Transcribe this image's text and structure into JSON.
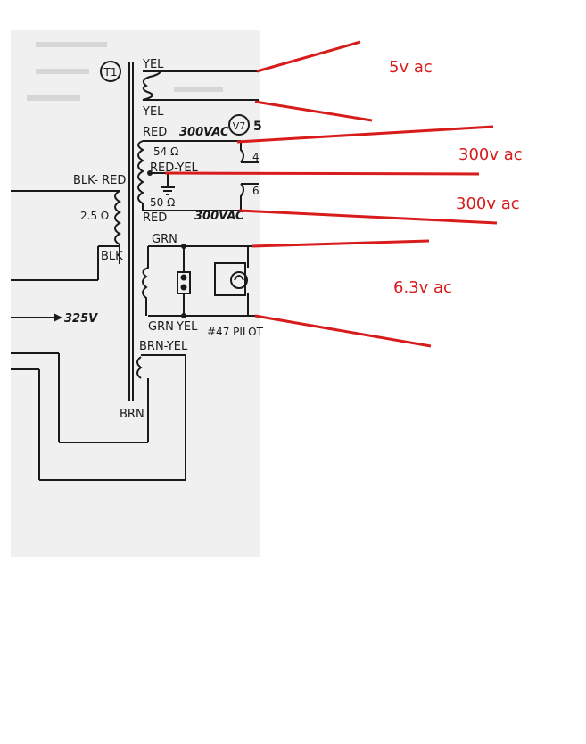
{
  "schematic": {
    "transformer_ref": "T1",
    "tube_ref": "V7",
    "tube_partial": "5",
    "pin_4": "4",
    "pin_6": "6",
    "wire_yel_top": "YEL",
    "wire_yel_bottom": "YEL",
    "wire_red_top": "RED",
    "label_300vac_top": "300VAC",
    "res_54": "54 Ω",
    "wire_red_yel": "RED-YEL",
    "res_50": "50 Ω",
    "wire_red_bottom": "RED",
    "label_300vac_bottom": "300VAC",
    "wire_blk_red": "BLK- RED",
    "res_2_5": "2.5 Ω",
    "wire_blk": "BLK",
    "voltage_325": "325V",
    "wire_grn": "GRN",
    "wire_grn_yel": "GRN-YEL",
    "pilot_lamp": "#47 PILOT",
    "wire_brn_yel": "BRN-YEL",
    "wire_brn": "BRN"
  },
  "annotations": {
    "a_5v": "5v ac",
    "a_300v_1": "300v ac",
    "a_300v_2": "300v ac",
    "a_6v3": "6.3v ac"
  },
  "colors": {
    "annotation": "#d81b1b",
    "schematic_paper": "#f0f0f0",
    "ink": "#1a1a1a"
  }
}
